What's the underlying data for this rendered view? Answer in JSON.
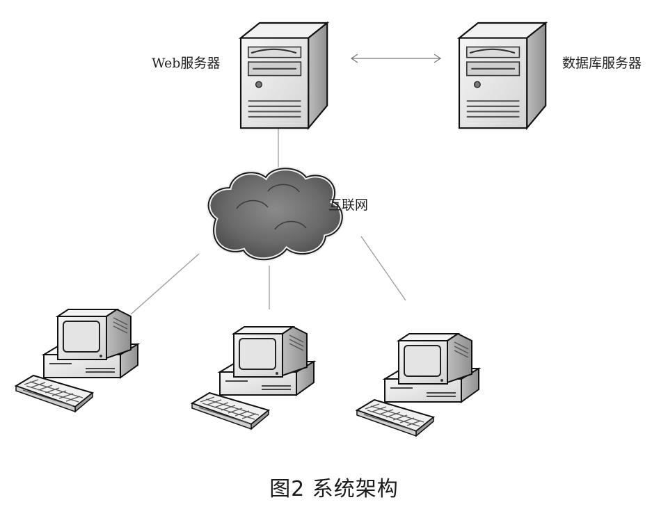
{
  "labels": {
    "web_server": "Web服务器",
    "db_server": "数据库服务器",
    "internet": "互联网"
  },
  "caption": "图2  系统架构",
  "icons": {
    "server": "server-tower-icon",
    "cloud": "cloud-icon",
    "client": "desktop-computer-icon",
    "connection": "double-arrow-icon"
  },
  "colors": {
    "line": "#9a9a9a",
    "server_body": "#e8e8e8",
    "cloud_fill": "#6e6e6e",
    "outline": "#111111"
  }
}
